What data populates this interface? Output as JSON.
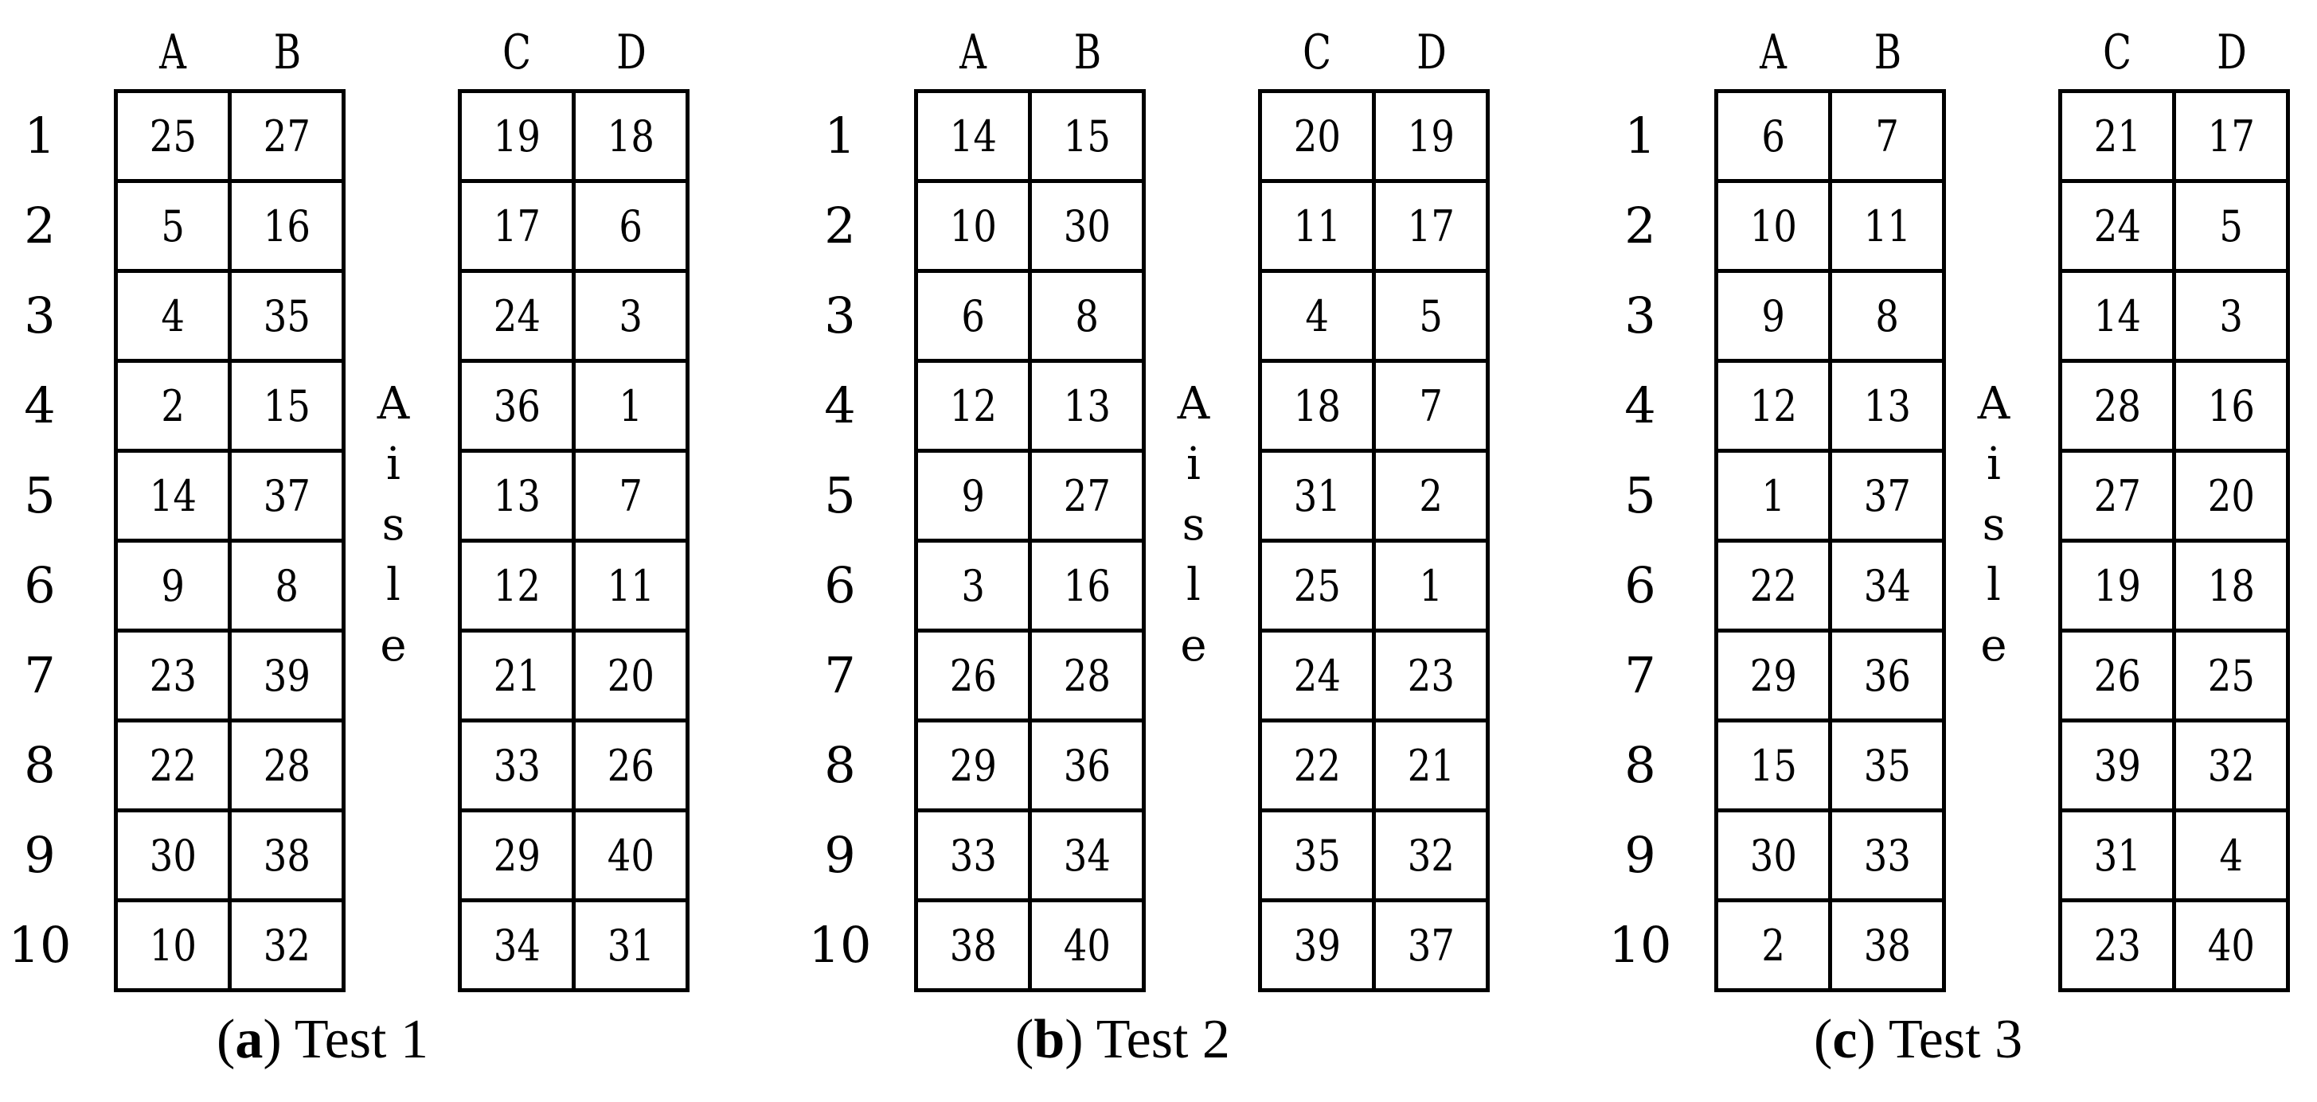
{
  "row_labels": [
    "1",
    "2",
    "3",
    "4",
    "5",
    "6",
    "7",
    "8",
    "9",
    "10"
  ],
  "aisle_letters": [
    "A",
    "i",
    "s",
    "l",
    "e"
  ],
  "panels": [
    {
      "caption_tag": "a",
      "caption_text": "Test 1",
      "columns": [
        "A",
        "B",
        "C",
        "D"
      ],
      "left_block": [
        [
          "25",
          "27"
        ],
        [
          "5",
          "16"
        ],
        [
          "4",
          "35"
        ],
        [
          "2",
          "15"
        ],
        [
          "14",
          "37"
        ],
        [
          "9",
          "8"
        ],
        [
          "23",
          "39"
        ],
        [
          "22",
          "28"
        ],
        [
          "30",
          "38"
        ],
        [
          "10",
          "32"
        ]
      ],
      "right_block": [
        [
          "19",
          "18"
        ],
        [
          "17",
          "6"
        ],
        [
          "24",
          "3"
        ],
        [
          "36",
          "1"
        ],
        [
          "13",
          "7"
        ],
        [
          "12",
          "11"
        ],
        [
          "21",
          "20"
        ],
        [
          "33",
          "26"
        ],
        [
          "29",
          "40"
        ],
        [
          "34",
          "31"
        ]
      ]
    },
    {
      "caption_tag": "b",
      "caption_text": "Test 2",
      "columns": [
        "A",
        "B",
        "C",
        "D"
      ],
      "left_block": [
        [
          "14",
          "15"
        ],
        [
          "10",
          "30"
        ],
        [
          "6",
          "8"
        ],
        [
          "12",
          "13"
        ],
        [
          "9",
          "27"
        ],
        [
          "3",
          "16"
        ],
        [
          "26",
          "28"
        ],
        [
          "29",
          "36"
        ],
        [
          "33",
          "34"
        ],
        [
          "38",
          "40"
        ]
      ],
      "right_block": [
        [
          "20",
          "19"
        ],
        [
          "11",
          "17"
        ],
        [
          "4",
          "5"
        ],
        [
          "18",
          "7"
        ],
        [
          "31",
          "2"
        ],
        [
          "25",
          "1"
        ],
        [
          "24",
          "23"
        ],
        [
          "22",
          "21"
        ],
        [
          "35",
          "32"
        ],
        [
          "39",
          "37"
        ]
      ]
    },
    {
      "caption_tag": "c",
      "caption_text": "Test 3",
      "columns": [
        "A",
        "B",
        "C",
        "D"
      ],
      "left_block": [
        [
          "6",
          "7"
        ],
        [
          "10",
          "11"
        ],
        [
          "9",
          "8"
        ],
        [
          "12",
          "13"
        ],
        [
          "1",
          "37"
        ],
        [
          "22",
          "34"
        ],
        [
          "29",
          "36"
        ],
        [
          "15",
          "35"
        ],
        [
          "30",
          "33"
        ],
        [
          "2",
          "38"
        ]
      ],
      "right_block": [
        [
          "21",
          "17"
        ],
        [
          "24",
          "5"
        ],
        [
          "14",
          "3"
        ],
        [
          "28",
          "16"
        ],
        [
          "27",
          "20"
        ],
        [
          "19",
          "18"
        ],
        [
          "26",
          "25"
        ],
        [
          "39",
          "32"
        ],
        [
          "31",
          "4"
        ],
        [
          "23",
          "40"
        ]
      ]
    }
  ]
}
